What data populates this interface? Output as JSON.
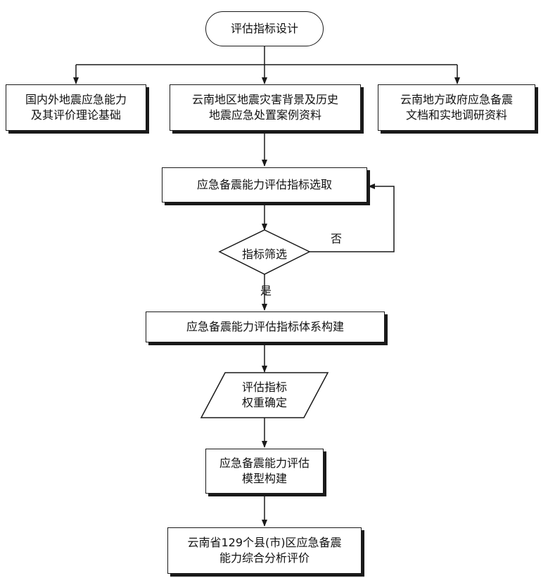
{
  "nodes": {
    "start": "评估指标设计",
    "src_left": [
      "国内外地震应急能力",
      "及其评价理论基础"
    ],
    "src_mid": [
      "云南地区地震灾害背景及历史",
      "地震应急处置案例资料"
    ],
    "src_right": [
      "云南地方政府应急备震",
      "文档和实地调研资料"
    ],
    "select": "应急备震能力评估指标选取",
    "decision": "指标筛选",
    "no_label": "否",
    "yes_label": "是",
    "system": "应急备震能力评估指标体系构建",
    "weight": [
      "评估指标",
      "权重确定"
    ],
    "model": [
      "应急备震能力评估",
      "模型构建"
    ],
    "final": [
      "云南省129个县(市)区应急备震",
      "能力综合分析评价"
    ]
  }
}
